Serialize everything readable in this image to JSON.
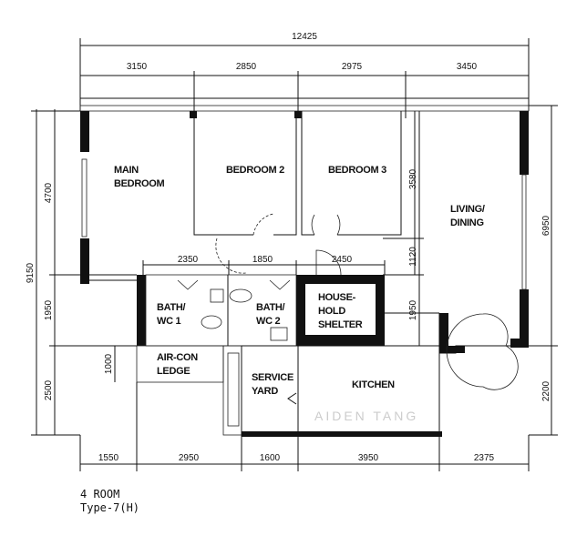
{
  "plan": {
    "caption": {
      "line1": "4 ROOM",
      "line2": "Type-7(H)"
    },
    "watermark": "AIDEN TANG",
    "dimensions": {
      "top_total": "12425",
      "top": [
        "3150",
        "2850",
        "2975",
        "3450"
      ],
      "left_total": "9150",
      "left": [
        "4700",
        "1950",
        "2500"
      ],
      "right_total": "6950",
      "right": "2200",
      "inner_top": [
        "2350",
        "1850",
        "2450"
      ],
      "inner_right": [
        "3580",
        "1120",
        "1950"
      ],
      "aircon": "1000",
      "bottom": [
        "1550",
        "2950",
        "1600",
        "3950",
        "2375"
      ]
    },
    "rooms": {
      "main_bedroom": [
        "MAIN",
        "BEDROOM"
      ],
      "bedroom2": "BEDROOM 2",
      "bedroom3": "BEDROOM 3",
      "living": [
        "LIVING/",
        "DINING"
      ],
      "bath1": [
        "BATH/",
        "WC 1"
      ],
      "bath2": [
        "BATH/",
        "WC 2"
      ],
      "shelter": [
        "HOUSE-",
        "HOLD",
        "SHELTER"
      ],
      "aircon": [
        "AIR-CON",
        "LEDGE"
      ],
      "service": [
        "SERVICE",
        "YARD"
      ],
      "kitchen": "KITCHEN"
    }
  }
}
